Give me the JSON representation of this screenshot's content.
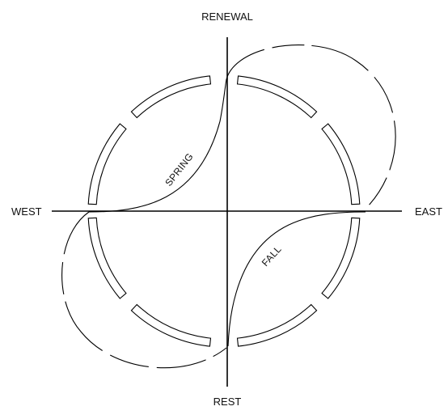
{
  "labels": {
    "north": "RENEWAL",
    "south": "REST",
    "west": "WEST",
    "east": "EAST"
  },
  "seasons": {
    "spring": "SPRING",
    "fall": "FALL"
  }
}
